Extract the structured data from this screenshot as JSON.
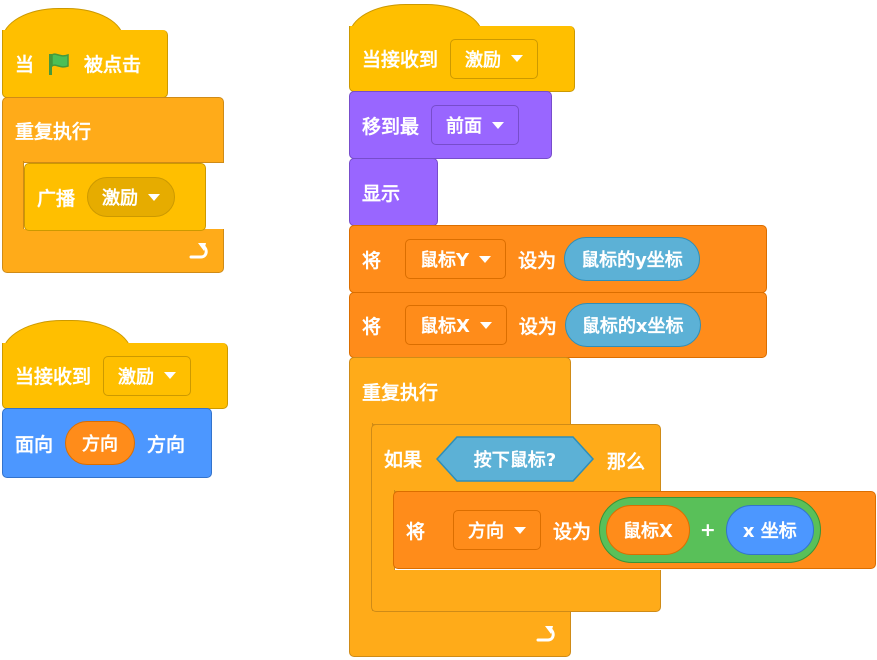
{
  "script1": {
    "hat_prefix": "当",
    "hat_suffix": "被点击",
    "forever_label": "重复执行",
    "broadcast_label": "广播",
    "broadcast_value": "激励"
  },
  "script2": {
    "hat_label": "当接收到",
    "hat_value": "激励",
    "point_label": "面向",
    "point_reporter": "方向",
    "point_suffix": "方向"
  },
  "script3": {
    "hat_label": "当接收到",
    "hat_value": "激励",
    "front_label": "移到最",
    "front_value": "前面",
    "show_label": "显示",
    "set1_label": "将",
    "set1_var": "鼠标Y",
    "set1_to": "设为",
    "set1_value": "鼠标的y坐标",
    "set2_label": "将",
    "set2_var": "鼠标X",
    "set2_to": "设为",
    "set2_value": "鼠标的x坐标",
    "forever_label": "重复执行",
    "if_label": "如果",
    "if_condition": "按下鼠标?",
    "if_then": "那么",
    "set3_label": "将",
    "set3_var": "方向",
    "set3_to": "设为",
    "op_left": "鼠标X",
    "op_sign": "+",
    "op_right": "x 坐标"
  },
  "colors": {
    "events": "#FFBF00",
    "control": "#FFAB19",
    "looks": "#9966FF",
    "motion": "#4C97FF",
    "variables": "#FF8C1A",
    "sensing": "#5CB1D6",
    "operators": "#59C059"
  }
}
